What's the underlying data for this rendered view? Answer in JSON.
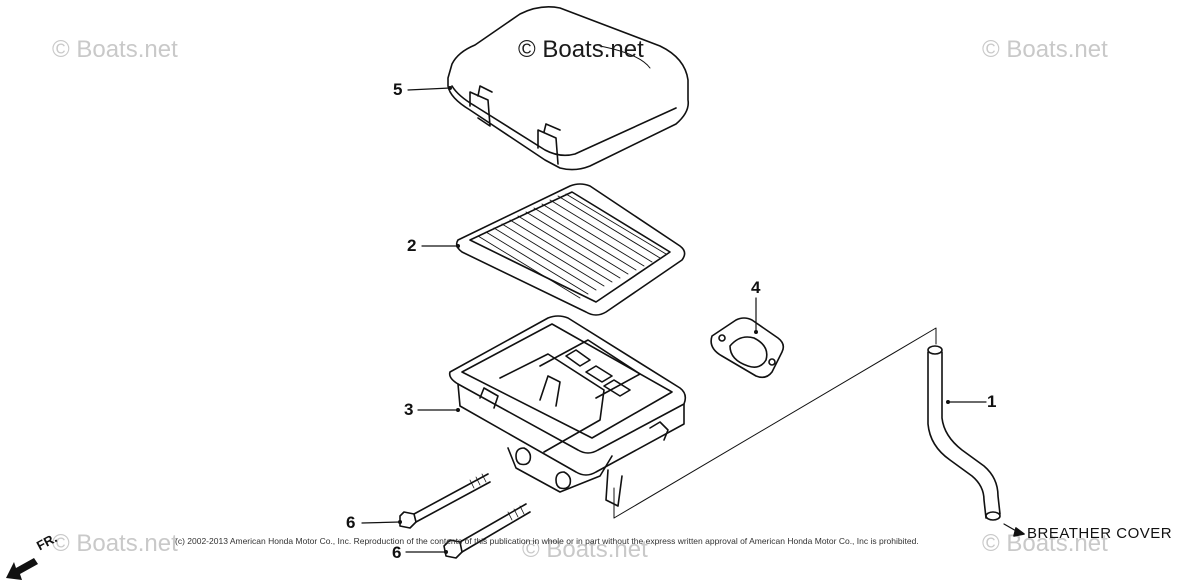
{
  "watermarks": {
    "main": "© Boats.net",
    "tl": "© Boats.net",
    "tr": "© Boats.net",
    "bl": "© Boats.net",
    "bm": "© Boats.net",
    "br": "© Boats.net"
  },
  "callouts": {
    "c1": "1",
    "c2": "2",
    "c3": "3",
    "c4": "4",
    "c5": "5",
    "c6a": "6",
    "c6b": "6"
  },
  "labels": {
    "breather_cover": "BREATHER COVER",
    "front_arrow": "FR."
  },
  "copyright": "(c) 2002-2013 American Honda Motor Co., Inc. Reproduction of the contents of this publication in whole or in part without the express written approval of American Honda Motor Co., Inc is prohibited."
}
